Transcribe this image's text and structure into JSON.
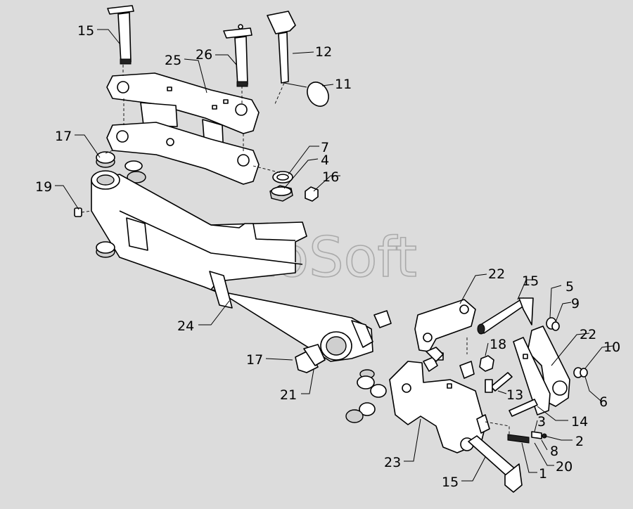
{
  "watermark": "AutoSoft",
  "callouts": {
    "c15a": "15",
    "c26": "26",
    "c12": "12",
    "c25": "25",
    "c11": "11",
    "c17a": "17",
    "c7": "7",
    "c4": "4",
    "c16": "16",
    "c19": "19",
    "c22a": "22",
    "c15b": "15",
    "c5": "5",
    "c9": "9",
    "c22b": "22",
    "c10": "10",
    "c6": "6",
    "c24": "24",
    "c18": "18",
    "c17b": "17",
    "c13": "13",
    "c21": "21",
    "c14": "14",
    "c3": "3",
    "c2": "2",
    "c8": "8",
    "c23": "23",
    "c20": "20",
    "c1": "1",
    "c15c": "15"
  }
}
